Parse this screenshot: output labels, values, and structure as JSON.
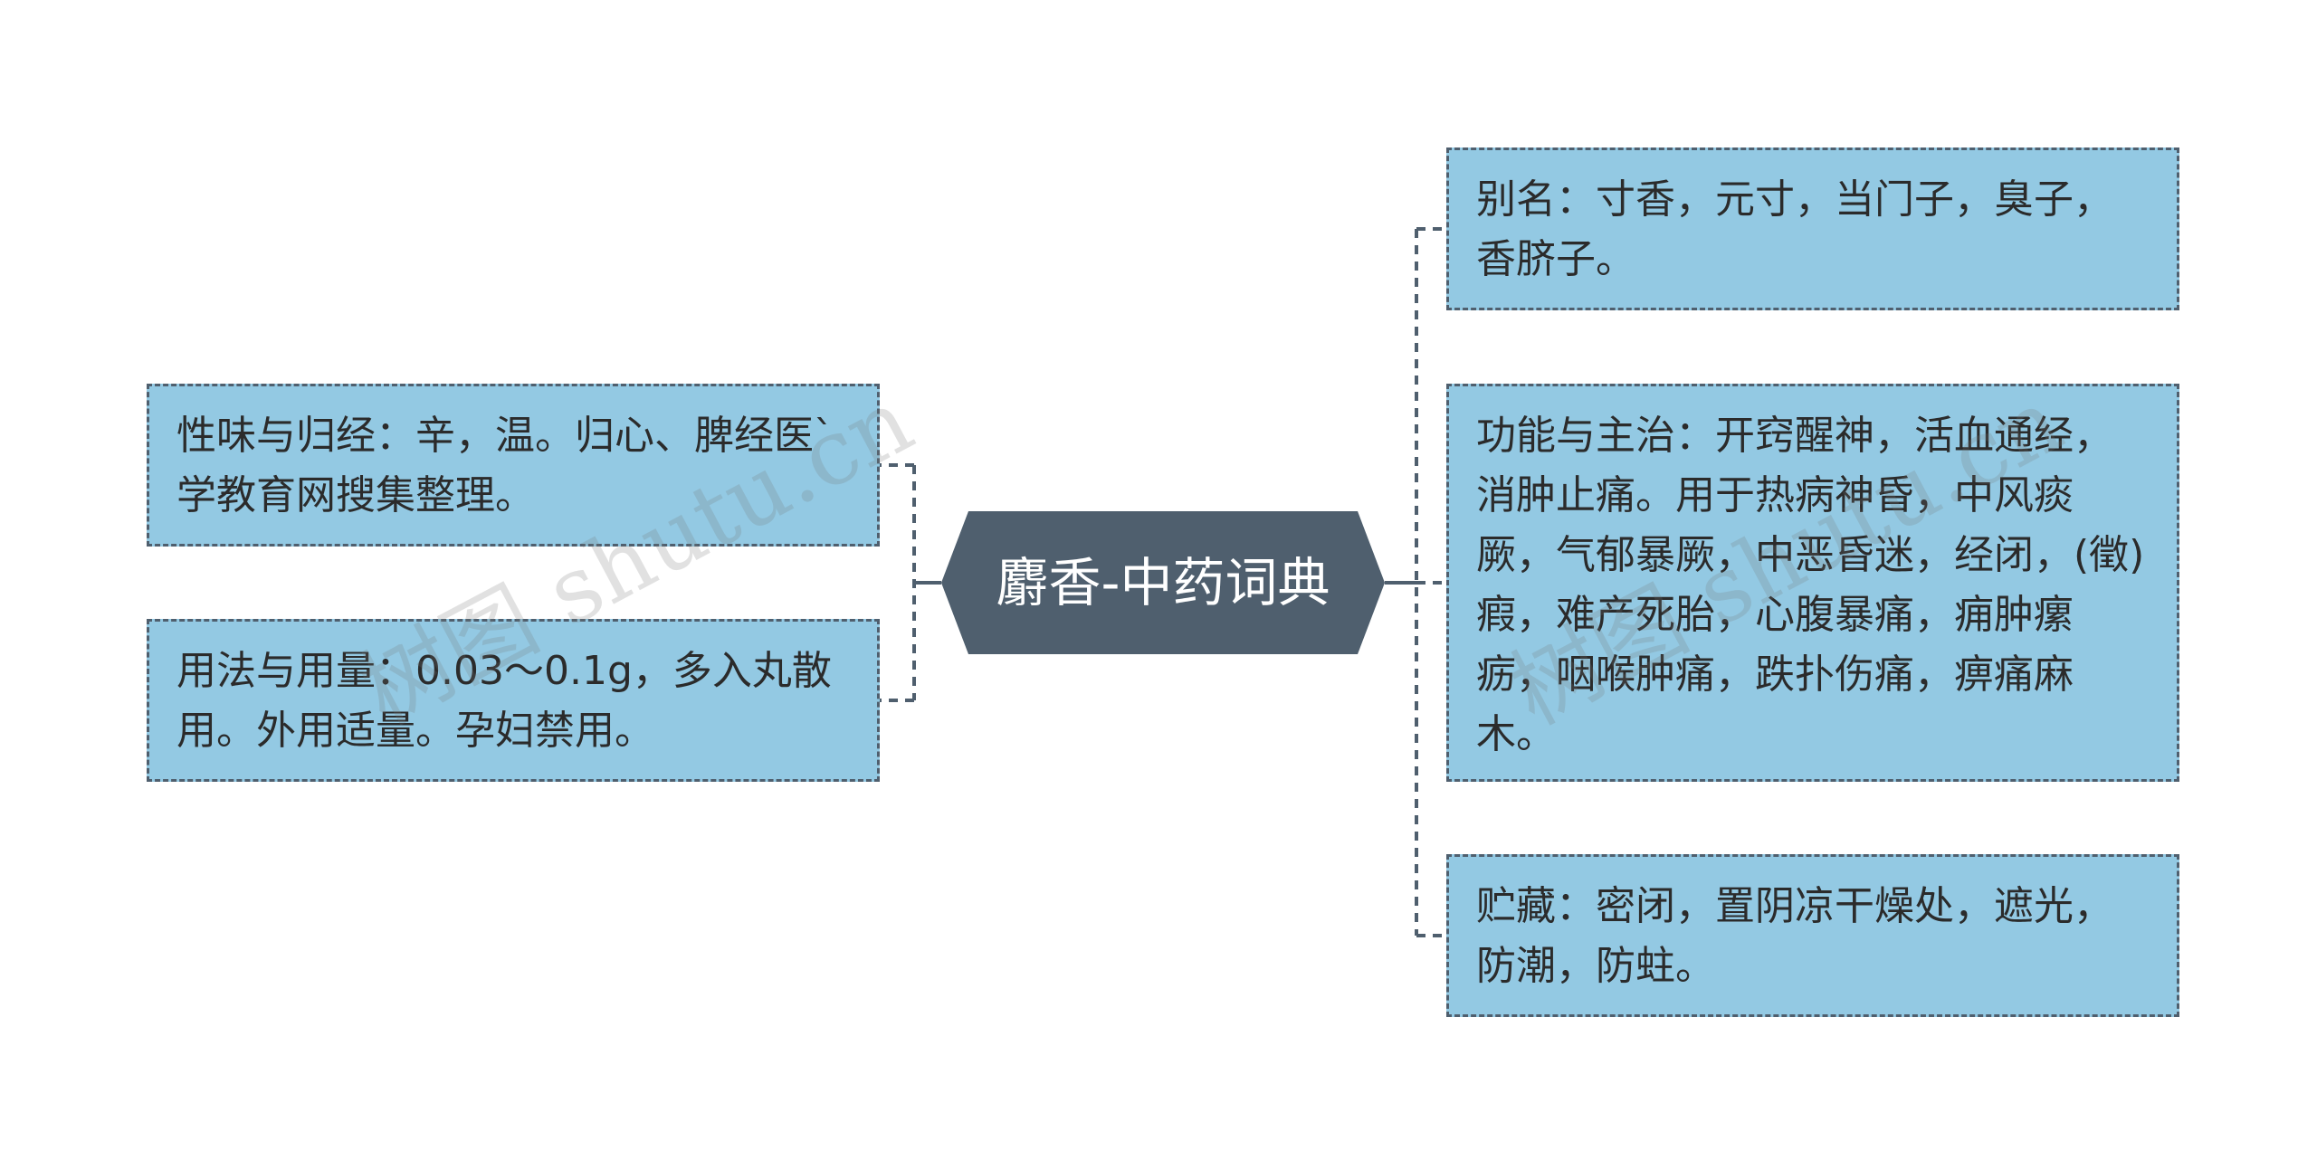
{
  "center": {
    "title": "麝香-中药词典"
  },
  "left_nodes": [
    {
      "text": "性味与归经：辛，温。归心、脾经医`学教育网搜集整理。"
    },
    {
      "text": "用法与用量：0.03～0.1g，多入丸散用。外用适量。孕妇禁用。"
    }
  ],
  "right_nodes": [
    {
      "text": "别名：寸香，元寸，当门子，臭子，香脐子。"
    },
    {
      "text": "功能与主治：开窍醒神，活血通经，消肿止痛。用于热病神昏，中风痰厥，气郁暴厥，中恶昏迷，经闭，(徵)瘕，难产死胎，心腹暴痛，痈肿瘰疬，咽喉肿痛，跌扑伤痛，痹痛麻木。"
    },
    {
      "text": "贮藏：密闭，置阴凉干燥处，遮光，防潮，防蛀。"
    }
  ],
  "watermark": "树图 shutu.cn",
  "colors": {
    "center_fill": "#4f5f6e",
    "node_fill": "#93c9e3",
    "border": "#4f5f6e",
    "connector": "#4f5f6e"
  }
}
